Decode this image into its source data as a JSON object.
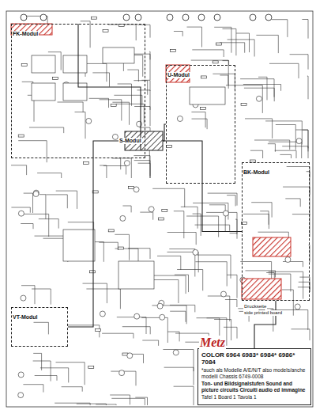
{
  "diagram": {
    "title": "Ton- und Bildsignalstufen",
    "nodes": [
      {
        "text": [
          "FK-Modul"
        ]
      },
      {
        "text": [
          "U-Modul"
        ]
      },
      {
        "text": [
          "S-Modul"
        ]
      },
      {
        "text": [
          "BK-Modul"
        ]
      },
      {
        "text": [
          "VT-Modul"
        ]
      },
      {
        "text": [
          "COLOR 6964 6983* 6984* 6986* 7084",
          "*auch als Modelle A/E/N/T also models/anche modelli Chassis 6749-0008",
          "Ton- und Bildsignalstufen Sound and picture circuits Circuiti audio ed immagine",
          "Tafel 1 Board 1 Tavola 1"
        ]
      }
    ],
    "edges": [
      {
        "from": 0,
        "to": 2,
        "arrow": "none"
      },
      {
        "from": 1,
        "to": 2,
        "arrow": "none"
      },
      {
        "from": 2,
        "to": 3,
        "arrow": "none"
      },
      {
        "from": 2,
        "to": 4,
        "arrow": "none"
      },
      {
        "from": 3,
        "to": 5,
        "arrow": "none"
      }
    ],
    "labels": [
      "Metz",
      "Druckseite",
      "side printed board"
    ]
  }
}
